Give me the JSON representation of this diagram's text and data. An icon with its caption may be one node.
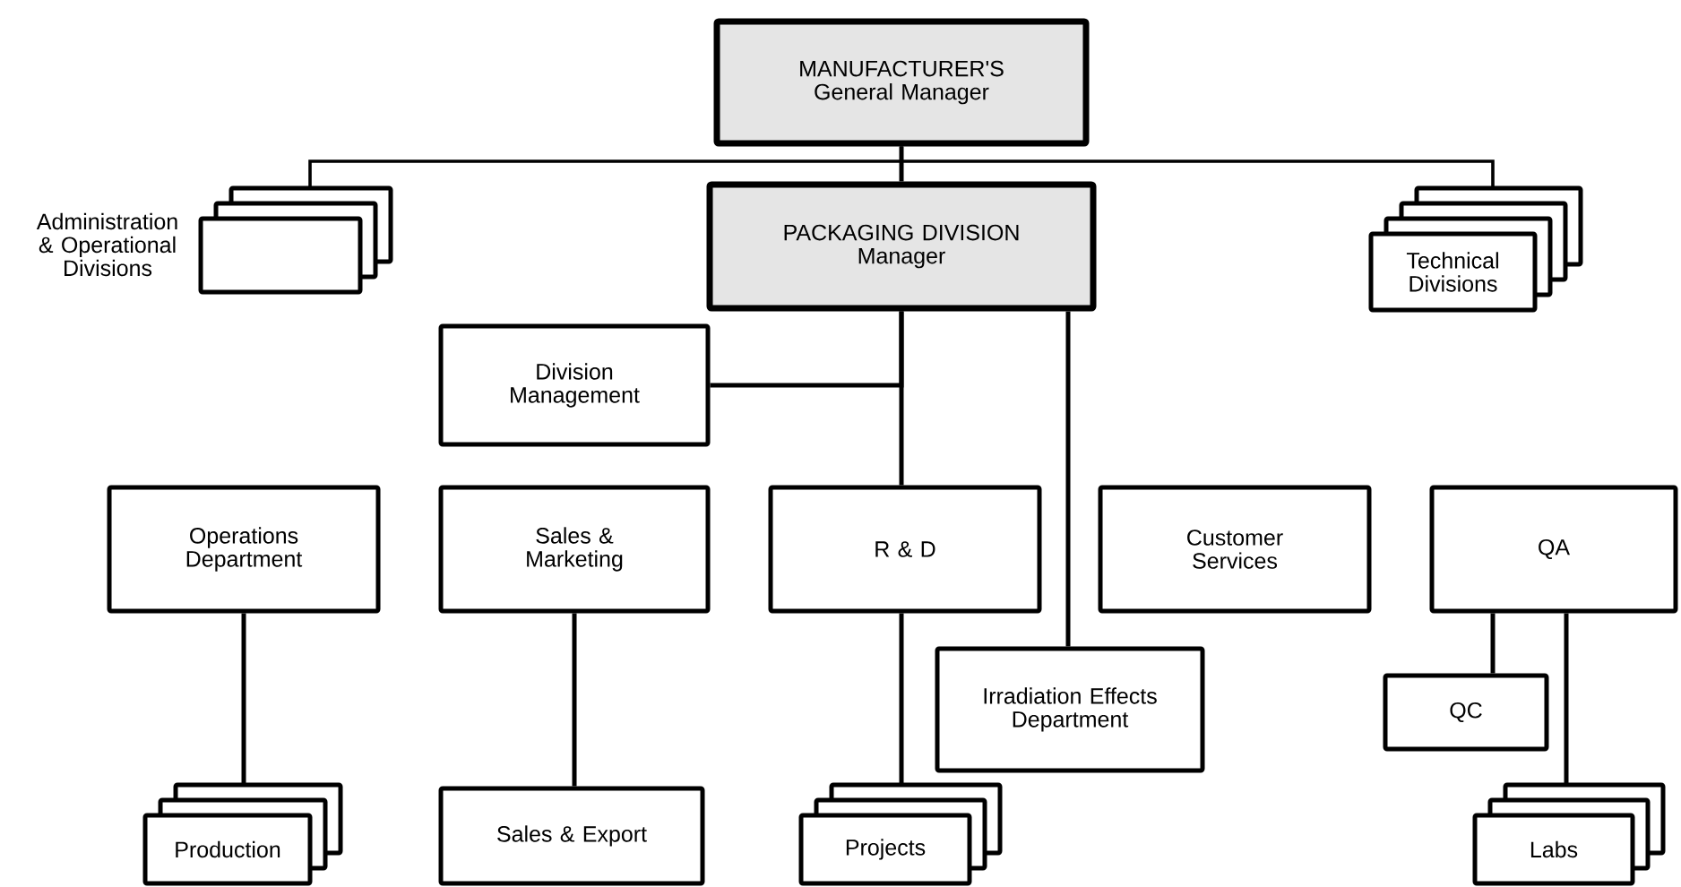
{
  "diagram": {
    "nodes": [
      {
        "text": [
          "MANUFACTURER'S",
          "General Manager"
        ]
      },
      {
        "text": [
          "Administration & Operational Divisions"
        ]
      },
      {
        "text": [
          "PACKAGING DIVISION",
          "Manager"
        ]
      },
      {
        "text": [
          "Technical Divisions"
        ]
      },
      {
        "text": [
          "Division Management"
        ]
      },
      {
        "text": [
          "Operations Department"
        ]
      },
      {
        "text": [
          "Sales & Marketing"
        ]
      },
      {
        "text": [
          "R & D"
        ]
      },
      {
        "text": [
          "Customer Services"
        ]
      },
      {
        "text": [
          "QA"
        ]
      },
      {
        "text": [
          "Irradiation Effects Department"
        ]
      },
      {
        "text": [
          "QC"
        ]
      },
      {
        "text": [
          "Production"
        ]
      },
      {
        "text": [
          "Sales & Export"
        ]
      },
      {
        "text": [
          "Projects"
        ]
      },
      {
        "text": [
          "Labs"
        ]
      }
    ],
    "edges": [
      {
        "from": 0,
        "to": 1,
        "arrow": "none"
      },
      {
        "from": 0,
        "to": 2,
        "arrow": "none"
      },
      {
        "from": 0,
        "to": 3,
        "arrow": "none"
      },
      {
        "from": 2,
        "to": 4,
        "arrow": "none"
      },
      {
        "from": 2,
        "to": 7,
        "arrow": "none"
      },
      {
        "from": 2,
        "to": 10,
        "arrow": "none"
      },
      {
        "from": 5,
        "to": 12,
        "arrow": "none"
      },
      {
        "from": 6,
        "to": 13,
        "arrow": "none"
      },
      {
        "from": 7,
        "to": 14,
        "arrow": "none"
      },
      {
        "from": 9,
        "to": 11,
        "arrow": "none"
      },
      {
        "from": 9,
        "to": 15,
        "arrow": "none"
      }
    ]
  }
}
